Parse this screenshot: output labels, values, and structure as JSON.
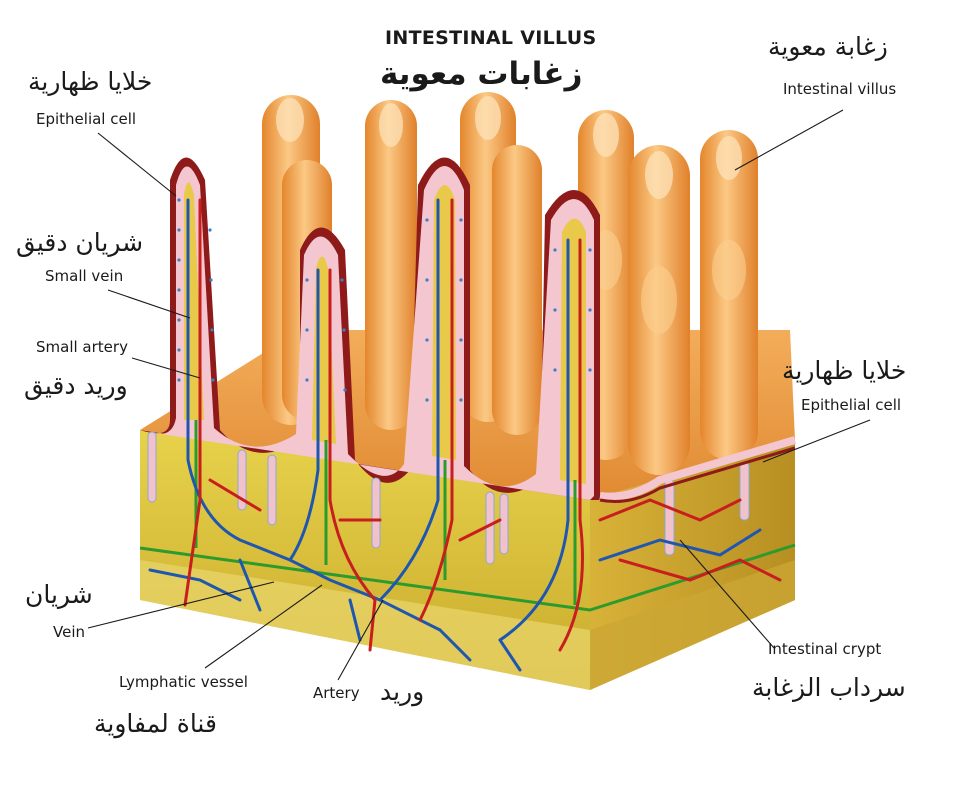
{
  "title": {
    "en": "INTESTINAL VILLUS",
    "ar": "زغابات معوية"
  },
  "labels": {
    "intestinal_villus": {
      "en": "Intestinal villus",
      "ar": "زغابة معوية"
    },
    "epithelial_cell_left": {
      "en": "Epithelial cell",
      "ar": "خلايا ظهارية"
    },
    "epithelial_cell_right": {
      "en": "Epithelial cell",
      "ar": "خلايا ظهارية"
    },
    "small_vein": {
      "en": "Small vein",
      "ar": "شريان دقيق"
    },
    "small_artery": {
      "en": "Small artery",
      "ar": "وريد دقيق"
    },
    "vein": {
      "en": "Vein",
      "ar": "شريان"
    },
    "lymphatic_vessel": {
      "en": "Lymphatic vessel",
      "ar": "قناة لمفاوية"
    },
    "artery": {
      "en": "Artery",
      "ar": "وريد"
    },
    "intestinal_crypt": {
      "en": "Intestinal crypt",
      "ar": "سرداب الزغابة"
    }
  },
  "colors": {
    "villus_orange": "#f0a24a",
    "villus_highlight": "#fbd39a",
    "villus_dark_red": "#8e1a1a",
    "epithelium_pink": "#f4c6cf",
    "submucosa_yellow": "#dcc23a",
    "vein_blue": "#1f57b0",
    "artery_red": "#c81e1e",
    "lymph_green": "#2d9a2d"
  }
}
